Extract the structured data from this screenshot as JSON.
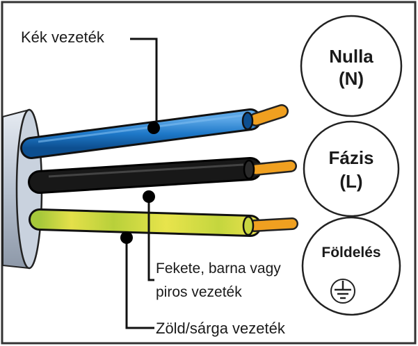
{
  "labels": {
    "blue": "Kék vezeték",
    "black_line1": "Fekete, barna vagy",
    "black_line2": "piros vezeték",
    "green_yellow": "Zöld/sárga vezeték"
  },
  "circles": {
    "neutral": {
      "line1": "Nulla",
      "line2": "(N)"
    },
    "phase": {
      "line1": "Fázis",
      "line2": "(L)"
    },
    "earth": {
      "line1": "Földelés"
    }
  },
  "colors": {
    "frame": "#333333",
    "blue_wire": "#1e78c8",
    "black_wire": "#111111",
    "green_wire": "#a8c832",
    "yellow_wire": "#e8e04a",
    "copper": "#f0a020",
    "cable_sheath": "#c8d0dc"
  }
}
